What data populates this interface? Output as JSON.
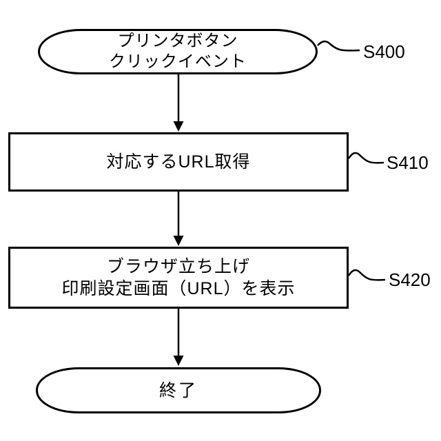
{
  "diagram": {
    "type": "flowchart",
    "background_color": "#ffffff",
    "line_color": "#000000",
    "nodes": [
      {
        "id": "start",
        "shape": "terminator",
        "lines": [
          "プリンタボタン",
          "クリックイベント"
        ],
        "step": "S400"
      },
      {
        "id": "get-url",
        "shape": "process",
        "lines": [
          "対応するURL取得"
        ],
        "step": "S410"
      },
      {
        "id": "launch-browser",
        "shape": "process",
        "lines": [
          "ブラウザ立ち上げ",
          "印刷設定画面（URL）を表示"
        ],
        "step": "S420"
      },
      {
        "id": "end",
        "shape": "terminator",
        "lines": [
          "終了"
        ]
      }
    ],
    "edges": [
      {
        "from": "start",
        "to": "get-url",
        "style": "arrow-down"
      },
      {
        "from": "get-url",
        "to": "launch-browser",
        "style": "arrow-down"
      },
      {
        "from": "launch-browser",
        "to": "end",
        "style": "arrow-down"
      }
    ]
  }
}
